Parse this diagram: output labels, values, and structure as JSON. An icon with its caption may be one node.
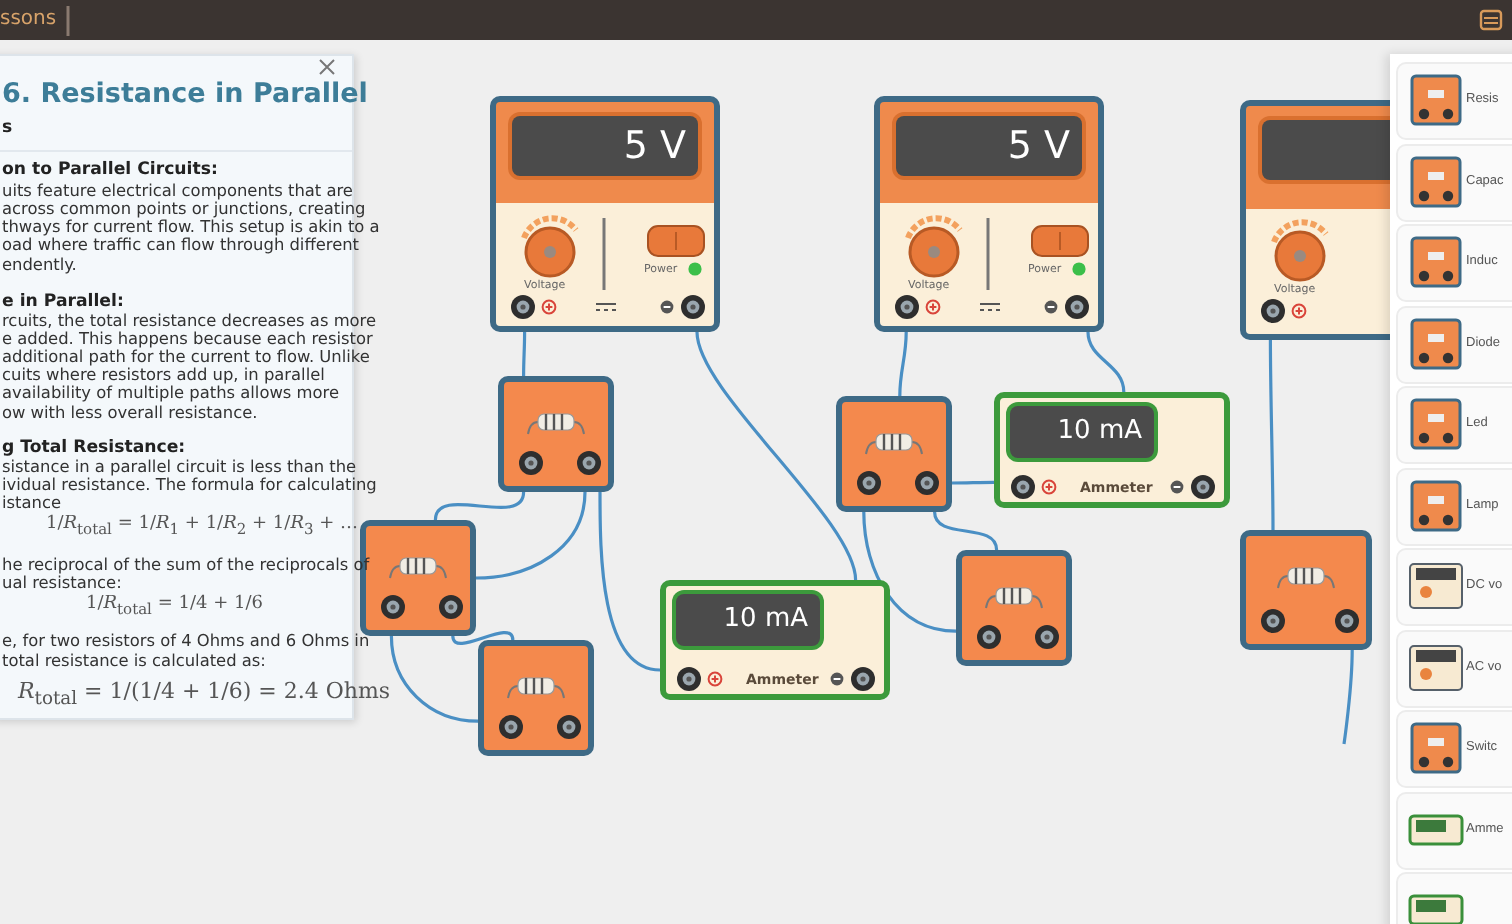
{
  "diagram": {
    "nodes": [
      {
        "text": [
          "5 V",
          "Voltage",
          "Power"
        ]
      },
      {
        "text": [],
        "shape": "box"
      },
      {
        "text": [],
        "shape": "box"
      },
      {
        "text": [],
        "shape": "box"
      },
      {
        "text": [
          "10 mA",
          "Ammeter"
        ]
      },
      {
        "text": [
          "5 V",
          "Voltage",
          "Power"
        ]
      },
      {
        "text": [],
        "shape": "box"
      },
      {
        "text": [
          "10 mA",
          "Ammeter"
        ]
      },
      {
        "text": [],
        "shape": "box"
      },
      {
        "text": [
          "Voltage"
        ]
      },
      {
        "text": [],
        "shape": "box"
      }
    ],
    "edges": [
      {
        "from": 0,
        "to": 1,
        "arrow": "none"
      },
      {
        "from": 0,
        "to": 4,
        "arrow": "none"
      },
      {
        "from": 1,
        "to": 2,
        "arrow": "none"
      },
      {
        "from": 1,
        "to": 2,
        "arrow": "none"
      },
      {
        "from": 1,
        "to": 4,
        "arrow": "none"
      },
      {
        "from": 2,
        "to": 3,
        "arrow": "none"
      },
      {
        "from": 2,
        "to": 3,
        "arrow": "none"
      },
      {
        "from": 5,
        "to": 6,
        "arrow": "none"
      },
      {
        "from": 5,
        "to": 7,
        "arrow": "none"
      },
      {
        "from": 6,
        "to": 7,
        "arrow": "none"
      },
      {
        "from": 6,
        "to": 8,
        "arrow": "none"
      },
      {
        "from": 6,
        "to": 8,
        "arrow": "none"
      },
      {
        "from": 9,
        "to": 10,
        "arrow": "none"
      },
      {
        "from": 10,
        "to": null,
        "arrow": "none"
      }
    ],
    "labels": [
      "ssons",
      "6. Resistance in Parallel",
      "s",
      "on to Parallel Circuits:",
      "uits feature electrical components that are",
      "across common points or junctions, creating",
      "thways for current flow. This setup is akin to a",
      "oad where traffic can flow through different",
      "endently.",
      "e in Parallel:",
      "rcuits, the total resistance decreases as more",
      "e added. This happens because each resistor",
      "additional path for the current to flow. Unlike",
      "cuits where resistors add up, in parallel",
      "availability of multiple paths allows more",
      "ow with less overall resistance.",
      "g Total Resistance:",
      "sistance in a parallel circuit is less than the",
      "ividual resistance. The formula for calculating",
      "istance",
      "1/*R*$_{total}$ = 1/*R*$_{1}$ + 1/*R*$_{2}$ + 1/*R*$_{3}$ + …",
      "he reciprocal of the sum of the reciprocals of",
      "ual resistance:",
      "1/*R*$_{total}$ = 1/4 + 1/6",
      "e, for two resistors of 4 Ohms and 6 Ohms in",
      "total resistance is calculated as:",
      "*R*$_{total}$ = 1/(1/4 + 1/6) = 2.4 Ohms",
      "Resis",
      "Capac",
      "Induc",
      "Diode",
      "Led",
      "Lamp",
      "DC vo",
      "AC vo",
      "Switc",
      "Amme"
    ]
  }
}
